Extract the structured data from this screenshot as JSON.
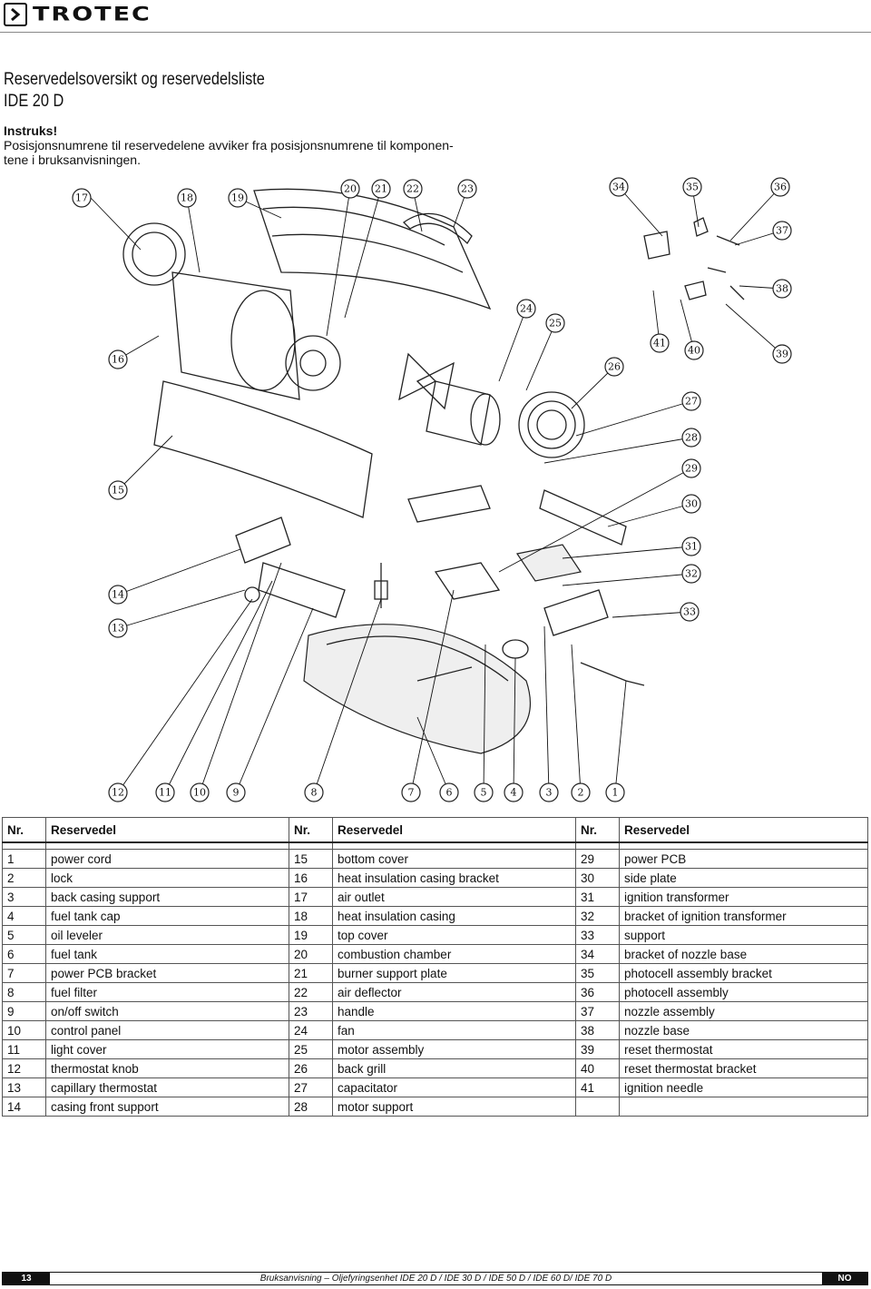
{
  "brand": {
    "name": "TROTEC"
  },
  "title": {
    "line1": "Reservedelsoversikt og reservedelsliste",
    "line2": "IDE 20 D"
  },
  "instruction": {
    "heading": "Instruks!",
    "text": "Posisjonsnumrene til reservedelene avviker fra posisjonsnumrene til komponen-tene i bruksanvisningen."
  },
  "diagram": {
    "callouts": [
      "1",
      "2",
      "3",
      "4",
      "5",
      "6",
      "7",
      "8",
      "9",
      "10",
      "11",
      "12",
      "13",
      "14",
      "15",
      "16",
      "17",
      "18",
      "19",
      "20",
      "21",
      "22",
      "23",
      "24",
      "25",
      "26",
      "27",
      "28",
      "29",
      "30",
      "31",
      "32",
      "33",
      "34",
      "35",
      "36",
      "37",
      "38",
      "39",
      "40",
      "41"
    ]
  },
  "table": {
    "col_nr": "Nr.",
    "col_part": "Reservedel",
    "rows": [
      [
        "1",
        "power cord",
        "15",
        "bottom cover",
        "29",
        "power PCB"
      ],
      [
        "2",
        "lock",
        "16",
        "heat insulation casing bracket",
        "30",
        "side plate"
      ],
      [
        "3",
        "back casing support",
        "17",
        "air outlet",
        "31",
        "ignition transformer"
      ],
      [
        "4",
        "fuel tank cap",
        "18",
        "heat insulation casing",
        "32",
        "bracket of ignition transformer"
      ],
      [
        "5",
        "oil leveler",
        "19",
        "top cover",
        "33",
        "support"
      ],
      [
        "6",
        "fuel tank",
        "20",
        "combustion chamber",
        "34",
        "bracket of nozzle base"
      ],
      [
        "7",
        "power PCB bracket",
        "21",
        "burner support plate",
        "35",
        "photocell assembly bracket"
      ],
      [
        "8",
        "fuel filter",
        "22",
        "air deflector",
        "36",
        "photocell assembly"
      ],
      [
        "9",
        "on/off switch",
        "23",
        "handle",
        "37",
        "nozzle assembly"
      ],
      [
        "10",
        "control panel",
        "24",
        "fan",
        "38",
        "nozzle base"
      ],
      [
        "11",
        "light cover",
        "25",
        "motor assembly",
        "39",
        "reset thermostat"
      ],
      [
        "12",
        "thermostat knob",
        "26",
        "back grill",
        "40",
        "reset thermostat bracket"
      ],
      [
        "13",
        "capillary thermostat",
        "27",
        "capacitator",
        "41",
        "ignition needle"
      ],
      [
        "14",
        "casing front support",
        "28",
        "motor support",
        "",
        ""
      ]
    ]
  },
  "footer": {
    "page": "13",
    "title": "Bruksanvisning – Oljefyringsenhet IDE 20 D / IDE 30 D / IDE 50 D / IDE 60 D/ IDE 70 D",
    "lang": "NO"
  }
}
